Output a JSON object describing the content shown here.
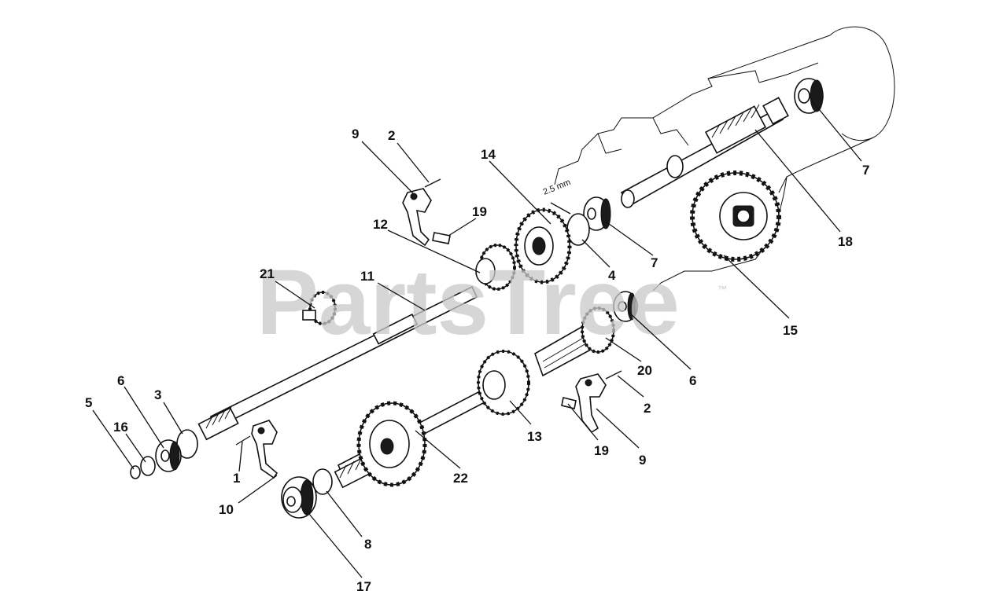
{
  "watermark": {
    "text": "PartsTree",
    "trademark": "™"
  },
  "dimension_note": "2.5 mm",
  "callouts": {
    "c9a": "9",
    "c2a": "2",
    "c14": "14",
    "c19a": "19",
    "c12": "12",
    "c7a": "7",
    "c18": "18",
    "c7b": "7",
    "c4": "4",
    "c21": "21",
    "c11": "11",
    "c15": "15",
    "c6a": "6",
    "c20": "20",
    "c5": "5",
    "c16": "16",
    "c6b": "6",
    "c3": "3",
    "c2b": "2",
    "c13": "13",
    "c19b": "19",
    "c9b": "9",
    "c1": "1",
    "c22": "22",
    "c10": "10",
    "c8": "8",
    "c17": "17"
  }
}
